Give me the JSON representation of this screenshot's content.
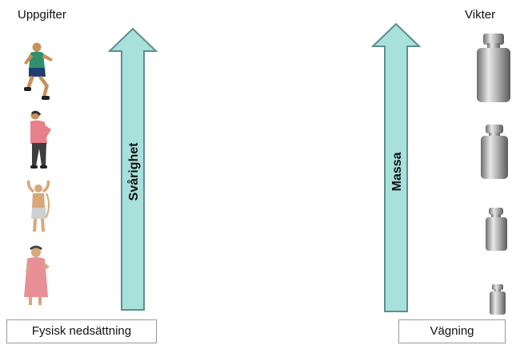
{
  "left_panel": {
    "heading": "Uppgifter",
    "arrow_label": "Svårighet",
    "caption": "Fysisk nedsättning",
    "figures": [
      "running-person",
      "person-holding-back",
      "person-stretching",
      "person-in-robe"
    ]
  },
  "right_panel": {
    "heading": "Vikter",
    "arrow_label": "Massa",
    "caption": "Vägning",
    "figures": [
      "weight-large",
      "weight-medium-large",
      "weight-medium-small",
      "weight-small"
    ]
  },
  "colors": {
    "arrow_fill": "#a8e0dc",
    "arrow_stroke": "#5e8f8c"
  }
}
